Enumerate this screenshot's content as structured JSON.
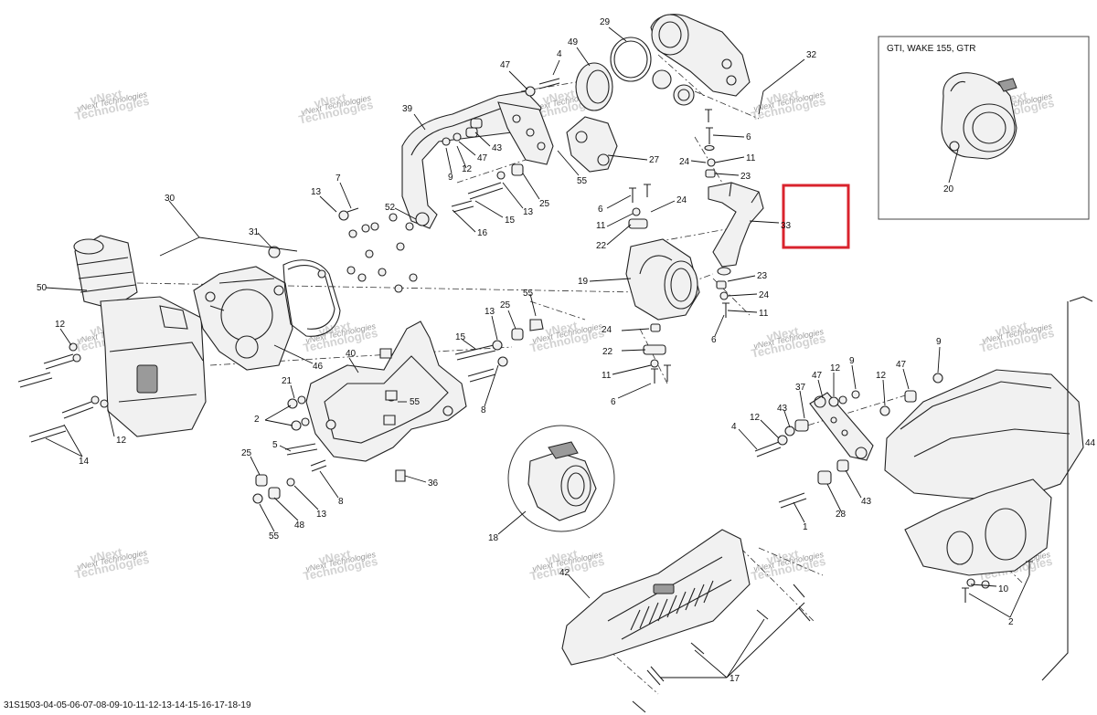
{
  "inset": {
    "label": "GTI, WAKE 155, GTR",
    "callout": "20"
  },
  "highlight_color": "#d9232d",
  "watermark": {
    "line1": "vNext",
    "line2": "Technologies",
    "small": "vNext Technologies"
  },
  "footer_code": "31S1503-04-05-06-07-08-09-10-11-12-13-14-15-16-17-18-19",
  "callouts": {
    "c29": "29",
    "c49": "49",
    "c4a": "4",
    "c47a": "47",
    "c32": "32",
    "c39": "39",
    "c43a": "43",
    "c47b": "47",
    "c12a": "12",
    "c9a": "9",
    "c55a": "55",
    "c27": "27",
    "c6a": "6",
    "c11a": "11",
    "c24a": "24",
    "c23a": "23",
    "c7": "7",
    "c13a": "13",
    "c30": "30",
    "c25a": "25",
    "c13b": "13",
    "c15a": "15",
    "c52": "52",
    "c16": "16",
    "c6b": "6",
    "c24b": "24",
    "c11b": "11",
    "c22a": "22",
    "c33": "33",
    "c31": "31",
    "c50": "50",
    "c19": "19",
    "c23b": "23",
    "c24c": "24",
    "c11c": "11",
    "c6c": "6",
    "c55b": "55",
    "c25b": "25",
    "c13c": "13",
    "c12b": "12",
    "c46": "46",
    "c40": "40",
    "c15b": "15",
    "c24d": "24",
    "c22b": "22",
    "c11d": "11",
    "c6d": "6",
    "c9b": "9",
    "c12c": "12",
    "c47c": "47",
    "c43b": "43",
    "c37": "37",
    "c12d": "12",
    "c4b": "4",
    "c12e": "12",
    "c47d": "47",
    "c9c": "9",
    "c21": "21",
    "c2a": "2",
    "c55c": "55",
    "c8a": "8",
    "c12f": "12",
    "c14": "14",
    "c5": "5",
    "c25c": "25",
    "c8b": "8",
    "c13d": "13",
    "c48": "48",
    "c55d": "55",
    "c36": "36",
    "c18": "18",
    "c28": "28",
    "c43c": "43",
    "c1": "1",
    "c42": "42",
    "c17": "17",
    "c10": "10",
    "c2b": "2",
    "c44": "44"
  }
}
